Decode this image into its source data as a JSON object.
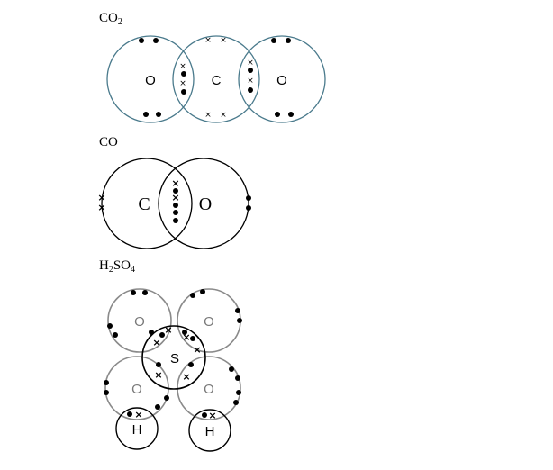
{
  "co2": {
    "title_main": "CO",
    "title_sub": "2",
    "atom_left": "O",
    "atom_center": "C",
    "atom_right": "O",
    "ring_color": "#4a7a8c"
  },
  "co": {
    "title": "CO",
    "atom_left": "C",
    "atom_right": "O"
  },
  "h2so4": {
    "title_h": "H",
    "title_sub2": "2",
    "title_so": "SO",
    "title_sub4": "4",
    "atom_o1": "O",
    "atom_o2": "O",
    "atom_o3": "O",
    "atom_o4": "O",
    "atom_s": "S",
    "atom_h1": "H",
    "atom_h2": "H",
    "ring_color": "#8a8a8a"
  }
}
